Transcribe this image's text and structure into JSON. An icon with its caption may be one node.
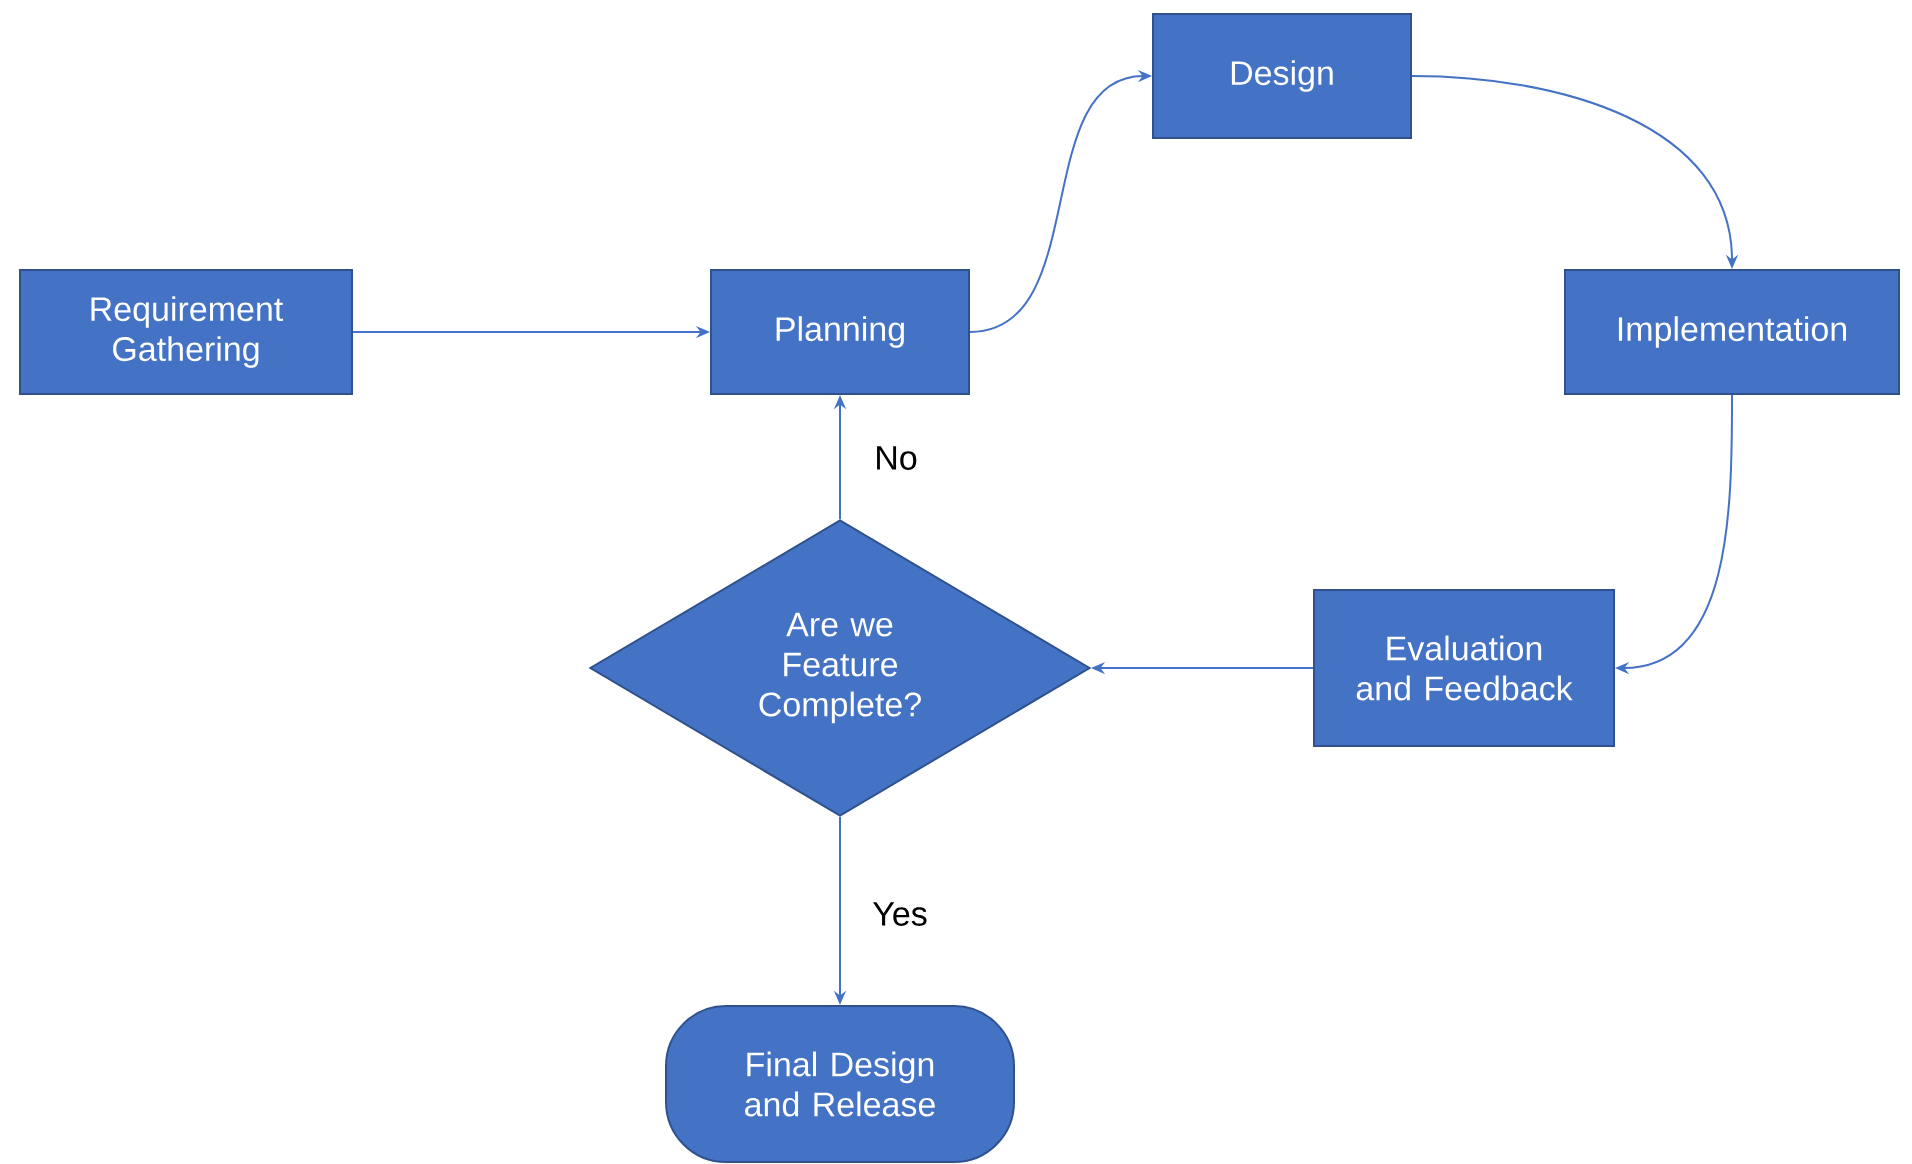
{
  "diagram": {
    "nodes": [
      {
        "text": [
          "Requirement Gathering"
        ]
      },
      {
        "text": [
          "Planning"
        ]
      },
      {
        "text": [
          "Design"
        ]
      },
      {
        "text": [
          "Implementation"
        ]
      },
      {
        "text": [
          "Evaluation and Feedback"
        ]
      },
      {
        "text": [
          "Are we Feature Complete?"
        ]
      },
      {
        "text": [
          "Final Design and Release"
        ]
      }
    ],
    "edges": [
      {
        "from": 0,
        "to": 1,
        "arrow": "to"
      },
      {
        "from": 1,
        "to": 2,
        "arrow": "to"
      },
      {
        "from": 2,
        "to": 3,
        "arrow": "to"
      },
      {
        "from": 3,
        "to": 4,
        "arrow": "to"
      },
      {
        "from": 4,
        "to": 5,
        "arrow": "to"
      },
      {
        "from": 5,
        "to": 1,
        "arrow": "to",
        "label": "No"
      },
      {
        "from": 5,
        "to": 6,
        "arrow": "to",
        "label": "Yes"
      }
    ]
  }
}
